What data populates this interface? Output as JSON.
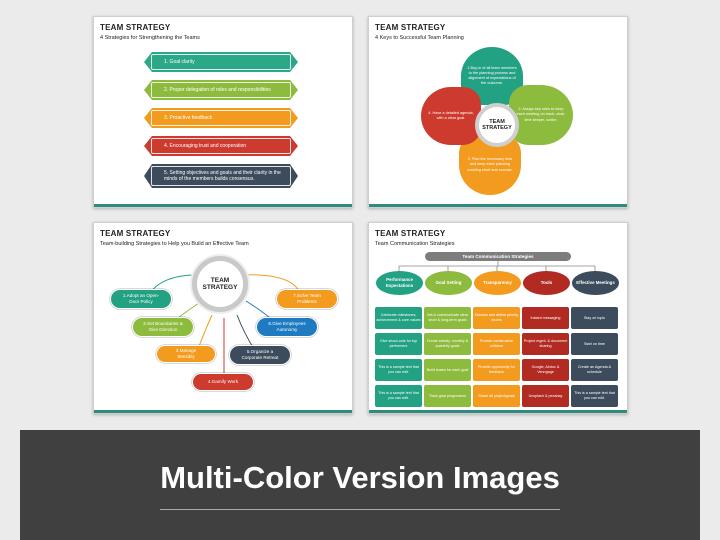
{
  "slide1": {
    "title": "TEAM STRATEGY",
    "subtitle": "4 Strategies for Strengthening the Teams",
    "items": [
      {
        "label": "1. Goal clarity",
        "color": "#2aa887"
      },
      {
        "label": "2. Proper delegation of roles and responsibilities",
        "color": "#8dbb3e"
      },
      {
        "label": "3. Proactive feedback",
        "color": "#f39b1f"
      },
      {
        "label": "4. Encouraging trust and cooperation",
        "color": "#cd3b2e"
      },
      {
        "label": "5. Setting objectives and goals and their clarity in the minds of the members builds consensus.",
        "color": "#3d4c5d"
      }
    ]
  },
  "slide2": {
    "title": "TEAM STRATEGY",
    "subtitle": "4 Keys to Successful Team Planning",
    "center": "TEAM STRATEGY",
    "petals": [
      {
        "label": "1.Buy-in of all team members to the planning process and alignment of expectations of the outcome.",
        "color": "#23a183"
      },
      {
        "label": "2. Assign key roles to keep each meeting on track- chair, time keeper, scribe.",
        "color": "#8dbb3e"
      },
      {
        "label": "3. Plan the necessary time and keep each planning meeting short and concise.",
        "color": "#f39b1f"
      },
      {
        "label": "4. Have a detailed agenda, with a clear goal.",
        "color": "#cd3b2e"
      }
    ]
  },
  "slide3": {
    "title": "TEAM STRATEGY",
    "subtitle": "Team-building Strategies to Help you Build an Effective Team",
    "center": "TEAM STRATEGY",
    "items": [
      {
        "label": "1.Adopt an Open-Door Policy",
        "color": "#23a183"
      },
      {
        "label": "2.Set Boundaries & Give Direction",
        "color": "#8dbb3e"
      },
      {
        "label": "3.Manage Sensibly",
        "color": "#f39b1f"
      },
      {
        "label": "4.Gamify Work",
        "color": "#cd3b2e"
      },
      {
        "label": "5.Organize a Corporate Retreat",
        "color": "#3d4c5d"
      },
      {
        "label": "6.Give Employees Autonomy",
        "color": "#1e7bc1"
      },
      {
        "label": "7.Solve Team Problems",
        "color": "#f39b1f"
      }
    ]
  },
  "slide4": {
    "title": "TEAM STRATEGY",
    "subtitle": "Team Communication Strategies",
    "banner": "Team Communication Strategies",
    "columns": [
      {
        "header": "Performance Expectations",
        "color": "#23a183",
        "cells": [
          "Celebrate milestones, achievement & core values",
          "Give shout-outs for top performers",
          "This is a sample text that you can edit.",
          "This is a sample text that you can edit."
        ]
      },
      {
        "header": "Goal Setting",
        "color": "#8dbb3e",
        "cells": [
          "Set & communicate clear short & long-term goals",
          "Create weekly, monthly & quarterly goals",
          "Build teams for each goal",
          "Track goal progression"
        ]
      },
      {
        "header": "Transparency",
        "color": "#f39b1f",
        "cells": [
          "Discuss and define priority issues",
          "Provide constructive criticism",
          "Provide opportunity for feedback",
          "Share all project/goals"
        ]
      },
      {
        "header": "Tools",
        "color": "#b22b22",
        "cells": [
          "Instant messaging",
          "Project mgmt. & document sharing",
          "Google, Airdoc & Venngage",
          "Unsplash & pexabay"
        ]
      },
      {
        "header": "Effective Meetings",
        "color": "#3d4c5d",
        "cells": [
          "Stay on topic",
          "Start on time",
          "Create an Agenda & schedule",
          "This is a sample text that you can edit."
        ]
      }
    ]
  },
  "footer": {
    "title": "Multi-Color Version Images"
  }
}
